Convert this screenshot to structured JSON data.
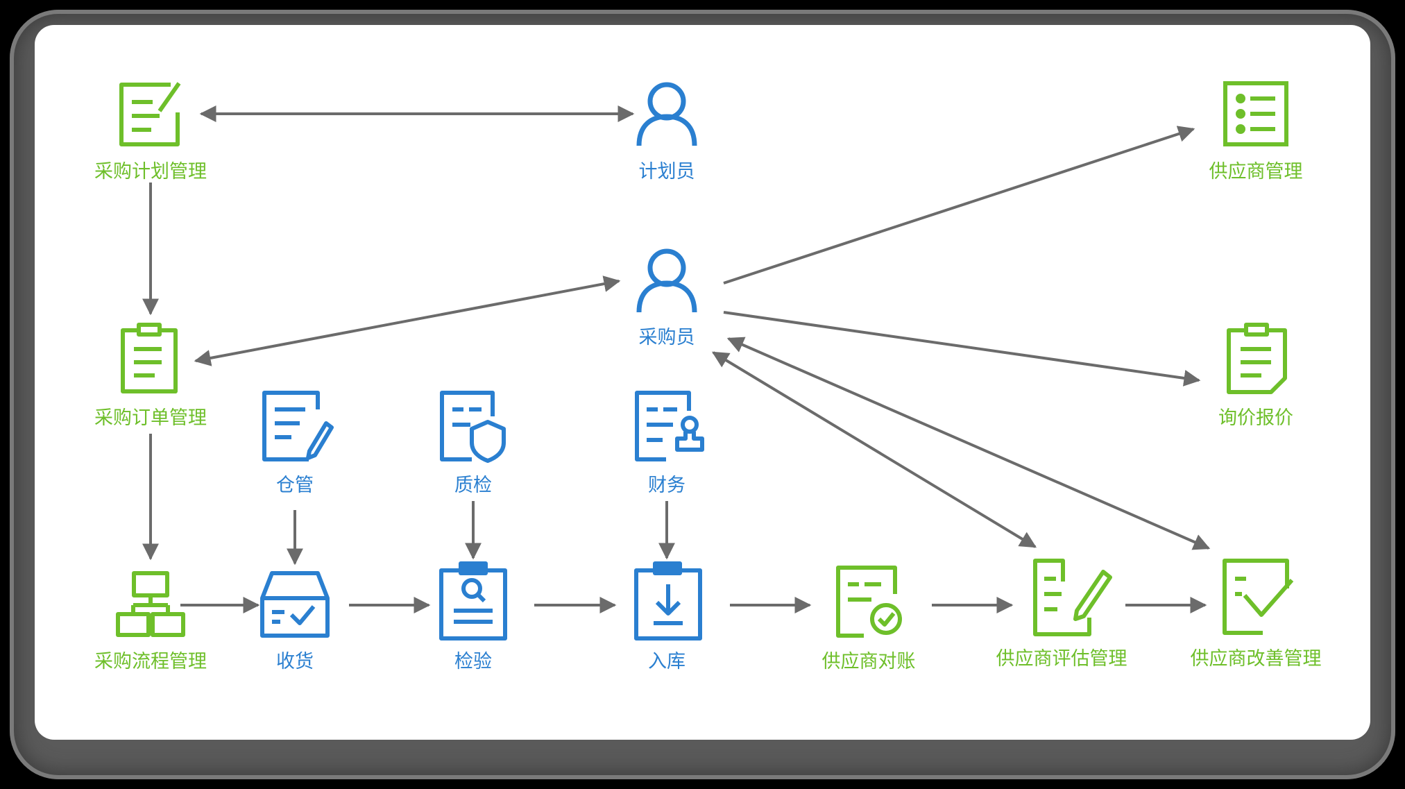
{
  "colors": {
    "green": "#6ebf2a",
    "blue": "#2a7fd0",
    "arrow": "#6b6b6b"
  },
  "nodes": {
    "plan_mgmt": {
      "label": "采购计划管理",
      "icon": "edit-document-icon"
    },
    "planner": {
      "label": "计划员",
      "icon": "person-icon"
    },
    "supplier_mgmt": {
      "label": "供应商管理",
      "icon": "list-icon"
    },
    "buyer": {
      "label": "采购员",
      "icon": "person-icon"
    },
    "order_mgmt": {
      "label": "采购订单管理",
      "icon": "clipboard-icon"
    },
    "inquiry": {
      "label": "询价报价",
      "icon": "clipboard-icon"
    },
    "warehouse": {
      "label": "仓管",
      "icon": "document-pen-icon"
    },
    "qc": {
      "label": "质检",
      "icon": "document-shield-icon"
    },
    "finance": {
      "label": "财务",
      "icon": "document-stamp-icon"
    },
    "process_mgmt": {
      "label": "采购流程管理",
      "icon": "hierarchy-icon"
    },
    "receiving": {
      "label": "收货",
      "icon": "box-check-icon"
    },
    "inspection": {
      "label": "检验",
      "icon": "clipboard-search-icon"
    },
    "stock_in": {
      "label": "入库",
      "icon": "clipboard-download-icon"
    },
    "reconcile": {
      "label": "供应商对账",
      "icon": "document-check-icon"
    },
    "evaluate": {
      "label": "供应商评估管理",
      "icon": "document-pen-icon"
    },
    "improve": {
      "label": "供应商改善管理",
      "icon": "check-square-icon"
    }
  },
  "edges": [
    {
      "from": "plan_mgmt",
      "to": "planner",
      "direction": "both"
    },
    {
      "from": "plan_mgmt",
      "to": "order_mgmt",
      "direction": "forward"
    },
    {
      "from": "buyer",
      "to": "order_mgmt",
      "direction": "both"
    },
    {
      "from": "buyer",
      "to": "supplier_mgmt",
      "direction": "forward"
    },
    {
      "from": "buyer",
      "to": "inquiry",
      "direction": "forward"
    },
    {
      "from": "buyer",
      "to": "evaluate",
      "direction": "both"
    },
    {
      "from": "buyer",
      "to": "improve",
      "direction": "both"
    },
    {
      "from": "order_mgmt",
      "to": "process_mgmt",
      "direction": "forward"
    },
    {
      "from": "process_mgmt",
      "to": "receiving",
      "direction": "forward"
    },
    {
      "from": "warehouse",
      "to": "receiving",
      "direction": "forward"
    },
    {
      "from": "receiving",
      "to": "inspection",
      "direction": "forward"
    },
    {
      "from": "qc",
      "to": "inspection",
      "direction": "forward"
    },
    {
      "from": "inspection",
      "to": "stock_in",
      "direction": "forward"
    },
    {
      "from": "finance",
      "to": "stock_in",
      "direction": "forward"
    },
    {
      "from": "stock_in",
      "to": "reconcile",
      "direction": "forward"
    },
    {
      "from": "reconcile",
      "to": "evaluate",
      "direction": "forward"
    },
    {
      "from": "evaluate",
      "to": "improve",
      "direction": "forward"
    }
  ]
}
